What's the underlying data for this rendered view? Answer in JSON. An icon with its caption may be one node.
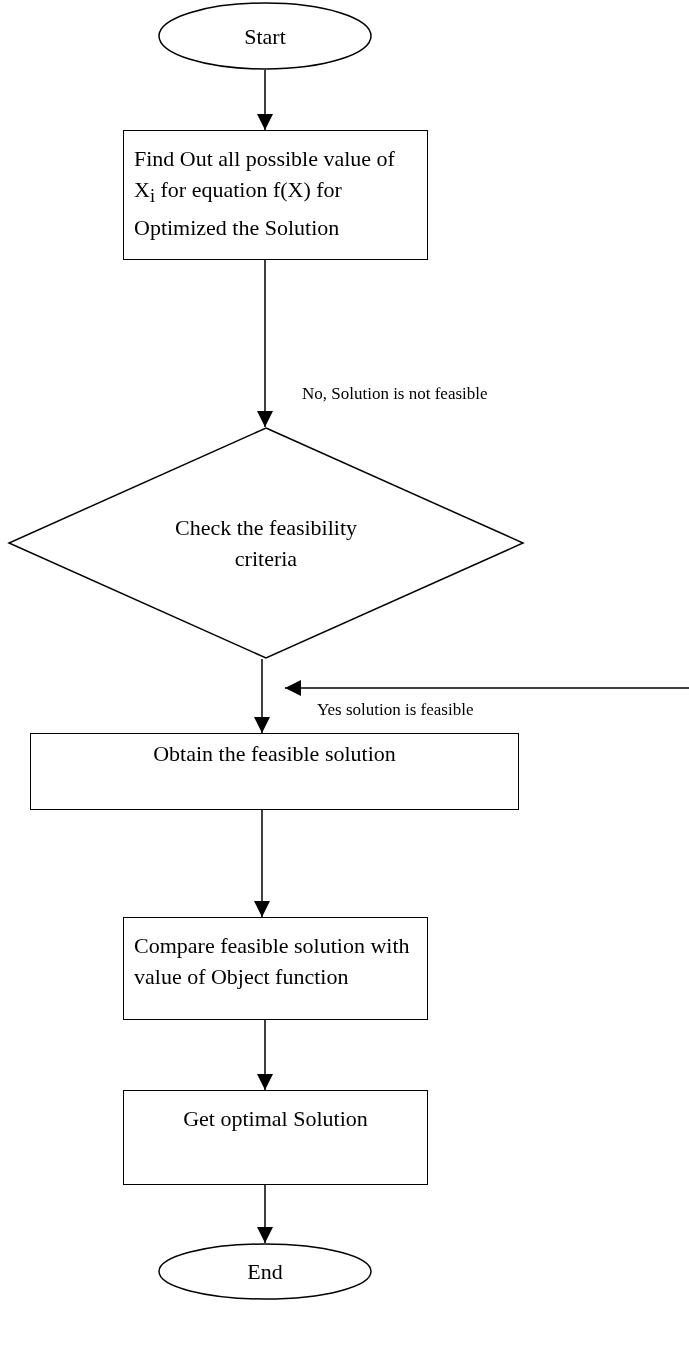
{
  "diagram": {
    "nodes": [
      {
        "text": [
          "Start"
        ]
      },
      {
        "text": [
          "Find Out all possible value of X$_{i}$ for equation f(X) for Optimized the Solution"
        ]
      },
      {
        "text": [
          "Check the feasibility criteria"
        ]
      },
      {
        "text": [
          "Obtain the feasible solution"
        ]
      },
      {
        "text": [
          "Compare feasible solution with value of Object function"
        ]
      },
      {
        "text": [
          "Get optimal Solution"
        ]
      },
      {
        "text": [
          "End"
        ]
      }
    ],
    "edges": [
      {
        "from": 0,
        "to": 1,
        "arrow": "to"
      },
      {
        "from": 1,
        "to": 2,
        "arrow": "to",
        "label": "No, Solution is not feasible"
      },
      {
        "from": 2,
        "to": 3,
        "arrow": "to"
      },
      {
        "from": null,
        "to": 3,
        "arrow": "to",
        "label": "Yes solution is feasible"
      },
      {
        "from": 3,
        "to": 4,
        "arrow": "to"
      },
      {
        "from": 4,
        "to": 5,
        "arrow": "to"
      },
      {
        "from": 5,
        "to": 6,
        "arrow": "to"
      }
    ]
  }
}
